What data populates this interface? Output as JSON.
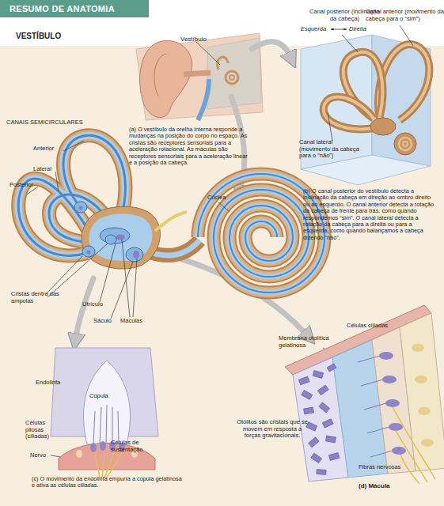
{
  "diagram": {
    "title": "VESTÍBULO",
    "nodes": [
      {
        "text": [
          "RESUMO DE ANATOMIA"
        ]
      }
    ],
    "labels": [
      "Vestíbulo",
      "Canal posterior (inclinação da cabeça)",
      "Esquerda",
      "Direita",
      "Canal anterior (movimento da cabeça para o “sim”)",
      "Canal lateral (movimento da cabeça para o “não”)",
      "CANAIS SEMICIRCULARES",
      "Anterior",
      "Lateral",
      "Posterior",
      "(a) O vestíbulo da orelha interna responde a mudanças na posição do corpo no espaço. As cristas são receptores sensoriais para a aceleração rotacional. As máculas são receptores sensoriais para a aceleração linear e a posição da cabeça.",
      "Cóclea",
      "Cristas dentro das ampolas",
      "Utrículo",
      "Sáculo",
      "Máculas",
      "(b) O canal posterior do vestíbulo detecta a inclinação da cabeça em direção ao ombro direito ou ao esquerdo. O canal anterior detecta a rotação da cabeça de frente para trás, como quando respondemos “sim”. O canal lateral detecta a rotação da cabeça para a direita ou para a esquerda, como quando balançamos a cabeça dizendo “não”.",
      "Células ciliadas",
      "Membrana otolítica gelatinosa",
      "Endolinfa",
      "Cúpula",
      "Células pilosas (ciliadas)",
      "Células de sustentação",
      "Nervo",
      "(c) O movimento da endolinfa empurra a cúpula gelatinosa e ativa as células ciliadas.",
      "Otólitos são cristais que se movem em resposta a forças gravitacionais.",
      "Fibras nervosas",
      "(d) Mácula"
    ]
  }
}
